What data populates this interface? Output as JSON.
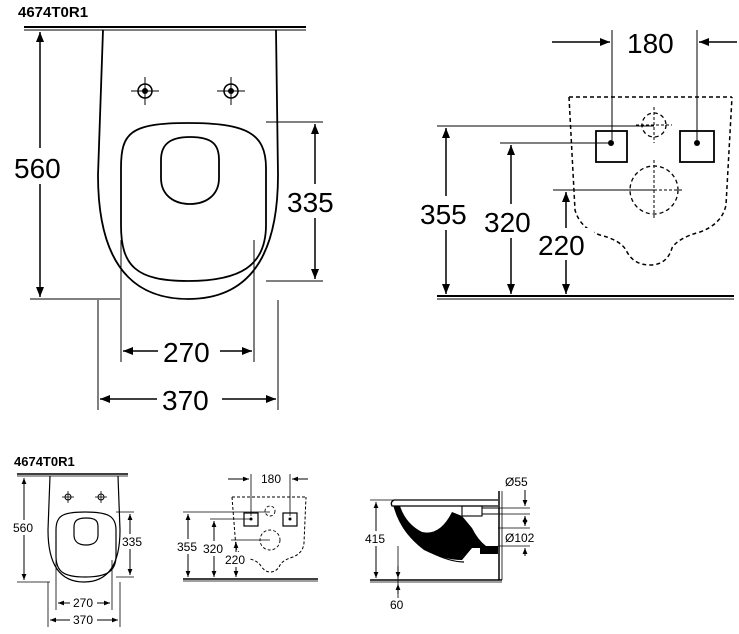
{
  "top": {
    "product_code": "4674T0R1",
    "front_view": {
      "height": "560",
      "seat_height": "335",
      "inner_width": "270",
      "outer_width": "370"
    },
    "mount_view": {
      "fix_spacing": "180",
      "height_top": "355",
      "height_mid": "320",
      "height_low": "220"
    }
  },
  "bottom": {
    "product_code": "4674T0R1",
    "front_view": {
      "height": "560",
      "seat_height": "335",
      "inner_width": "270",
      "outer_width": "370"
    },
    "mount_view": {
      "fix_spacing": "180",
      "height_top": "355",
      "height_mid": "320",
      "height_low": "220"
    },
    "side_view": {
      "inlet_diameter": "Ø55",
      "outlet_diameter": "Ø102",
      "outlet_height": "415",
      "wall_offset": "60"
    }
  }
}
